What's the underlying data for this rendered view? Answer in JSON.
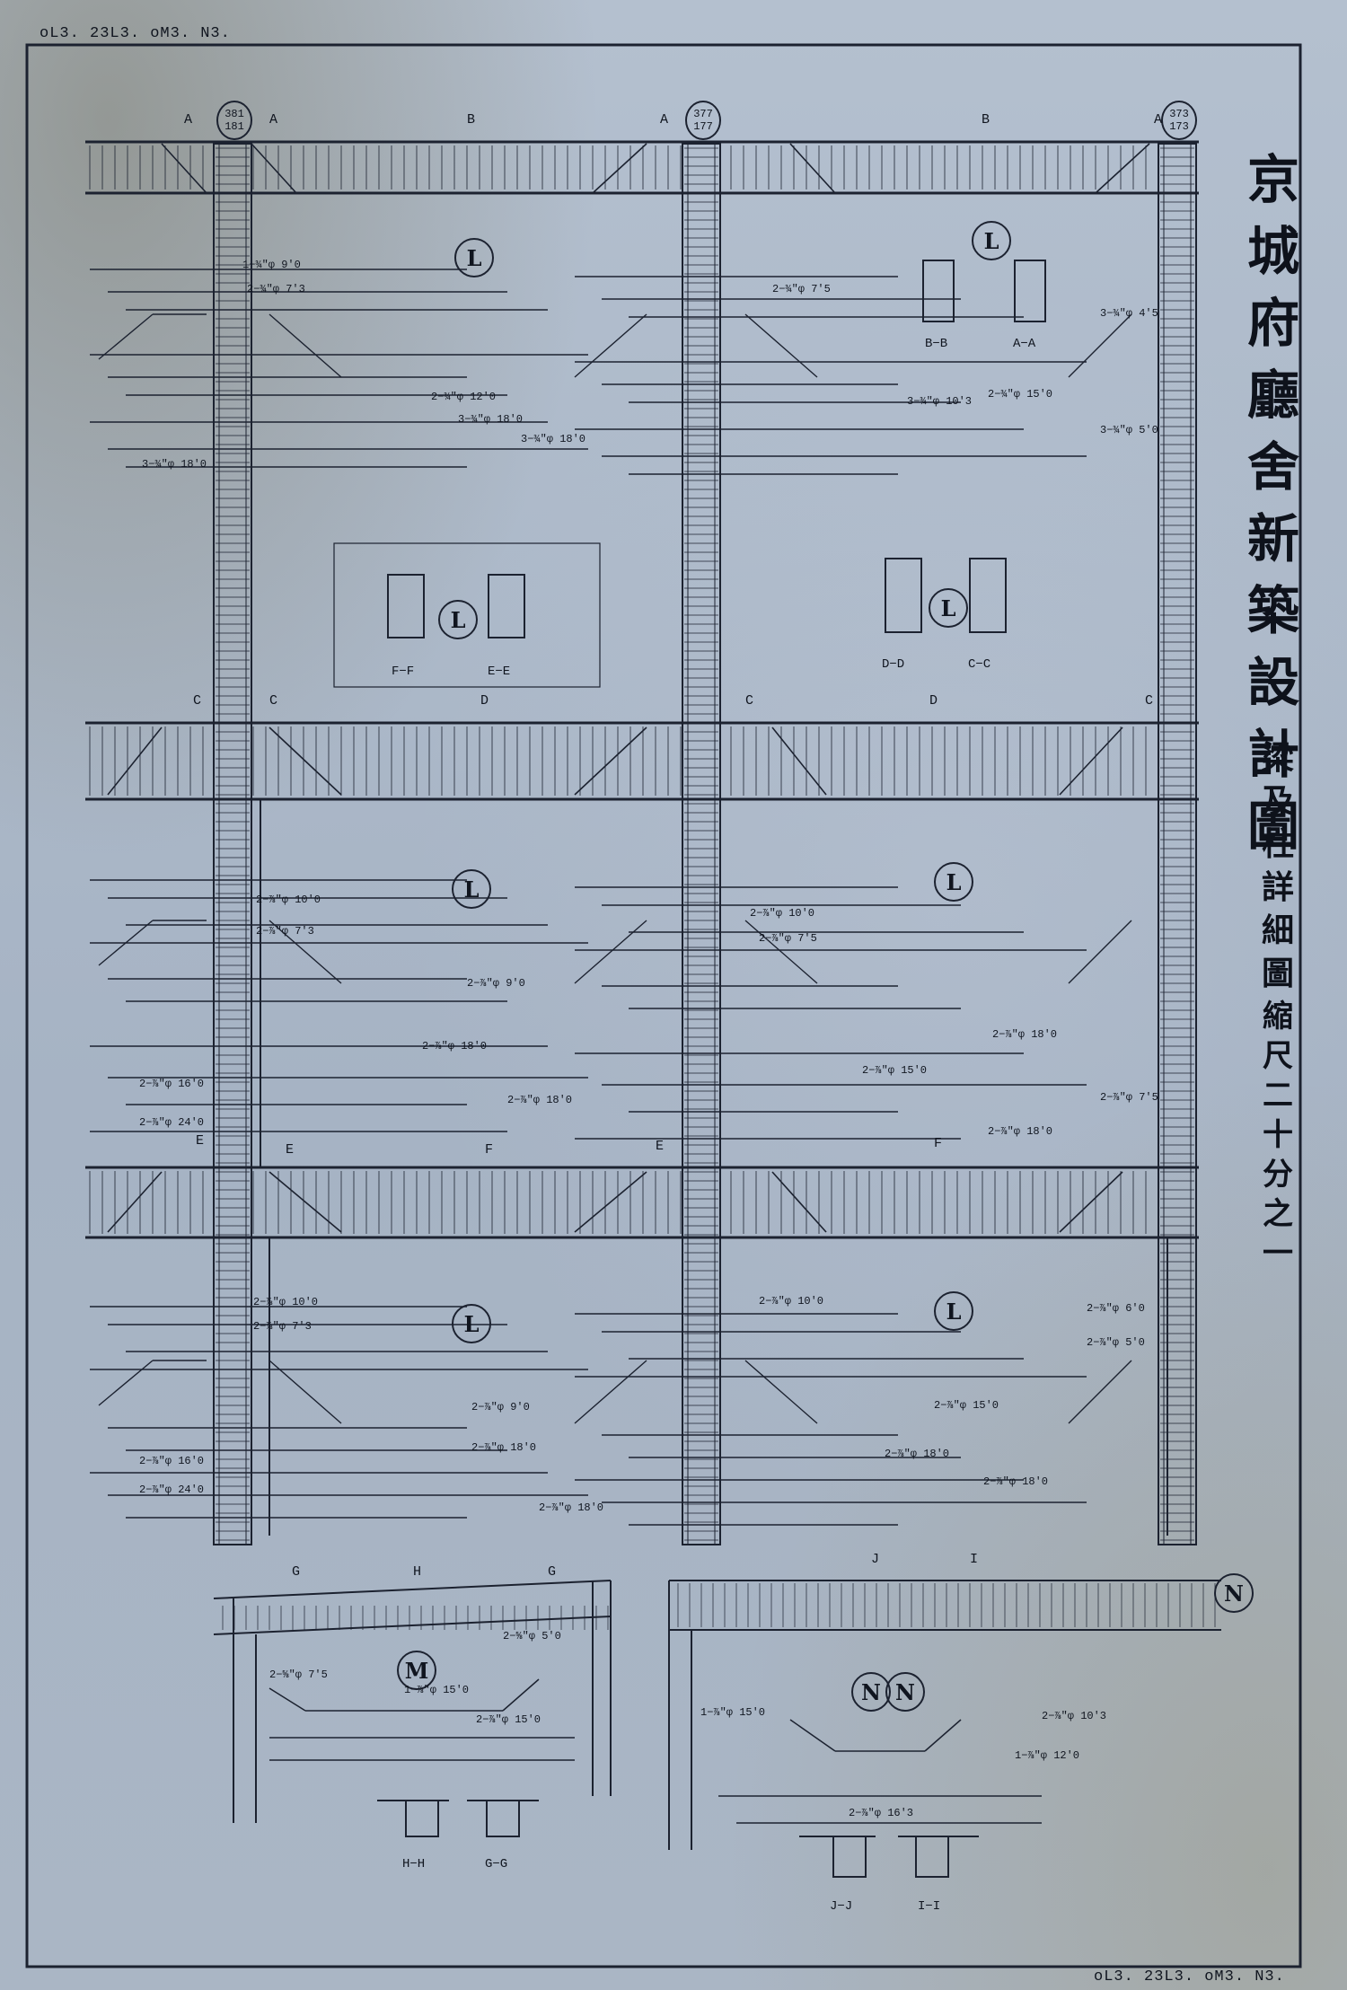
{
  "refs": {
    "top_left": "oL3. 23L3. oM3. N3.",
    "bottom_right": "oL3. 23L3. oM3. N3."
  },
  "title": "京城府廳舍新築設計圖",
  "subtitle": "梁及柱詳細圖",
  "scale": "縮尺二十分之一",
  "column_tags": [
    {
      "top": "381",
      "bottom": "181"
    },
    {
      "top": "377",
      "bottom": "177"
    },
    {
      "top": "373",
      "bottom": "173"
    }
  ],
  "beam_marks": {
    "L": "L",
    "M": "M",
    "N": "N"
  },
  "section_labels": [
    "B−B",
    "A−A",
    "F−F",
    "E−E",
    "D−D",
    "C−C",
    "H−H",
    "G−G",
    "J−J",
    "I−I"
  ],
  "grid_letters": [
    "A",
    "B",
    "C",
    "D",
    "E",
    "F",
    "G",
    "H",
    "I",
    "J"
  ],
  "dims": {
    "r1": [
      "1−¾\"φ 9'0",
      "2−¾\"φ 7'3",
      "2−¾\"φ 12'0",
      "3−¾\"φ 18'0",
      "3−¾\"φ 18'0",
      "3−¾\"φ 10'3",
      "2−¾\"φ 7'5",
      "2−¾\"φ 15'0",
      "3−¾\"φ 4'5",
      "3−¾\"φ 5'0",
      "3−¾\"φ 18'0"
    ],
    "r2": [
      "2−⅞\"φ 10'0",
      "2−⅞\"φ 7'3",
      "2−⅞\"φ 9'0",
      "2−⅞\"φ 18'0",
      "2−⅞\"φ 16'0",
      "2−⅞\"φ 24'0",
      "2−⅞\"φ 18'0",
      "2−⅞\"φ 10'0",
      "2−⅞\"φ 7'5",
      "2−⅞\"φ 15'0",
      "2−⅞\"φ 18'0",
      "2−⅞\"φ 7'5",
      "2−⅞\"φ 18'0"
    ],
    "r3": [
      "2−⅞\"φ 10'0",
      "2−⅞\"φ 7'3",
      "2−⅞\"φ 9'0",
      "2−⅞\"φ 18'0",
      "2−⅞\"φ 18'0",
      "2−⅞\"φ 16'0",
      "2−⅞\"φ 24'0",
      "2−⅞\"φ 10'0",
      "2−⅞\"φ 6'0",
      "2−⅞\"φ 5'0",
      "2−⅞\"φ 15'0",
      "2−⅞\"φ 18'0",
      "2−⅞\"φ 18'0"
    ],
    "m": [
      "2−⅝\"φ 5'0",
      "2−⅝\"φ 7'5",
      "1−⅞\"φ 15'0",
      "2−⅞\"φ 15'0"
    ],
    "n": [
      "2−⅞\"φ 10'3",
      "1−⅞\"φ 12'0",
      "2−⅞\"φ 16'3",
      "1−⅞\"φ 15'0"
    ]
  }
}
